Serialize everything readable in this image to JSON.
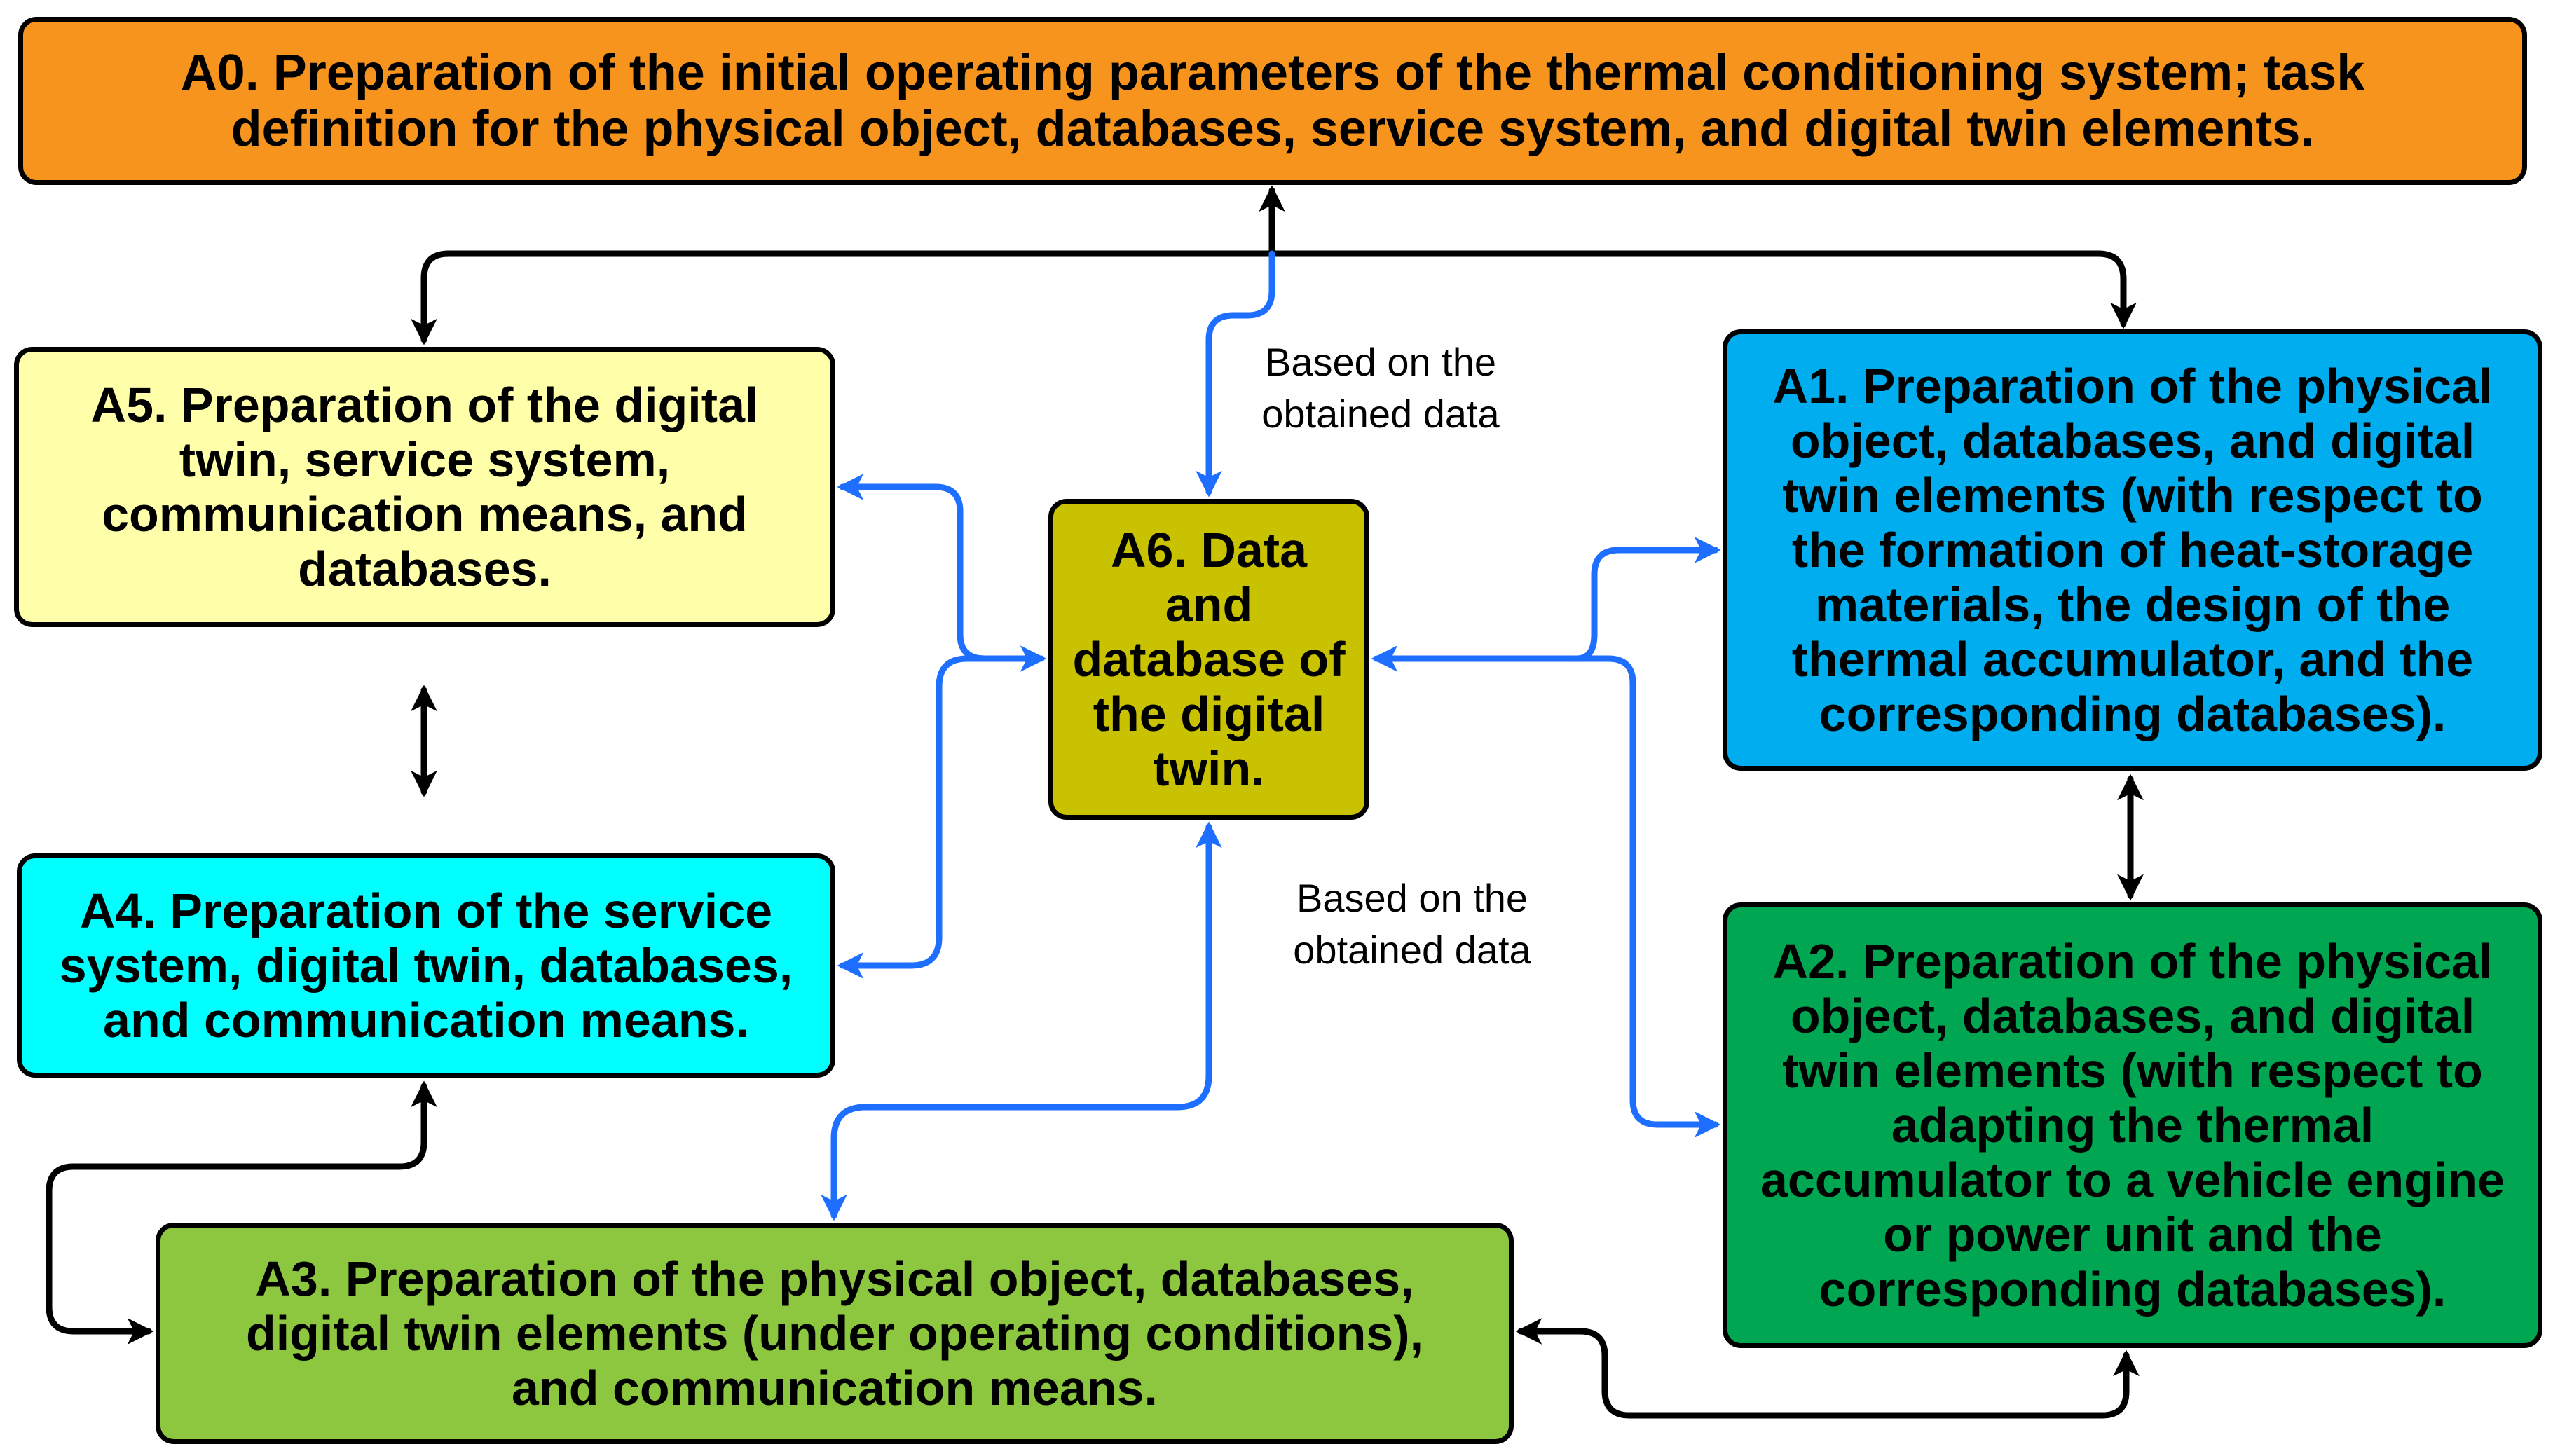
{
  "colors": {
    "a0": "#F7941D",
    "a1": "#00AEEF",
    "a2": "#00A651",
    "a3": "#8DC63F",
    "a4": "#00FFFF",
    "a5": "#FFFFAA",
    "a6": "#C9C200",
    "link_blue": "#1E6FFF",
    "link_black": "#000000"
  },
  "boxes": {
    "a0": "A0. Preparation of the initial operating parameters of the thermal conditioning system; task\ndefinition for the physical object, databases, service system, and digital twin elements.",
    "a1": "A1. Preparation of the physical\nobject, databases, and digital\ntwin elements (with respect to\nthe formation of heat-storage\nmaterials, the design of the\nthermal accumulator, and the\ncorresponding databases).",
    "a2": "A2. Preparation of the physical\nobject, databases, and digital\ntwin elements (with respect to\nadapting the thermal\naccumulator to a vehicle engine\nor power unit and the\ncorresponding databases).",
    "a3": "A3. Preparation of the physical object, databases,\ndigital twin elements (under operating conditions),\nand communication means.",
    "a4": "A4. Preparation of the service\nsystem, digital twin, databases,\nand communication means.",
    "a5": "A5. Preparation of the digital\ntwin, service system,\ncommunication means, and\ndatabases.",
    "a6": "A6. Data\nand\ndatabase of\nthe digital\ntwin."
  },
  "notes": {
    "top": "Based on the\nobtained data",
    "bottom": "Based on the\nobtained data"
  }
}
